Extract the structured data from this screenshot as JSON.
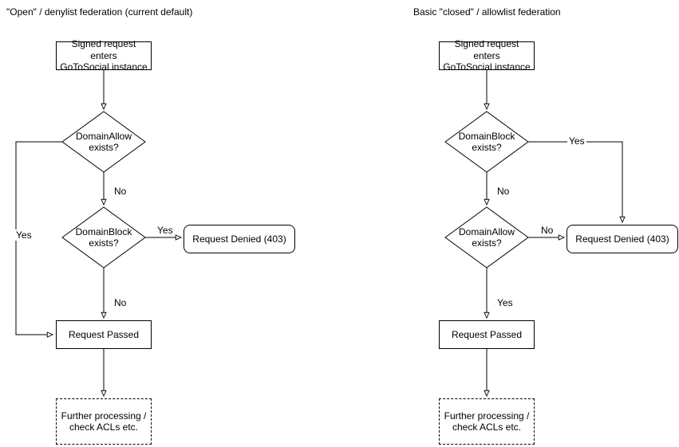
{
  "colors": {
    "stroke": "#000000",
    "background": "#ffffff"
  },
  "diagrams": [
    {
      "title": "\"Open\" / denylist federation (current default)",
      "nodes": {
        "start": "Signed request enters\nGoToSocial instance",
        "decision1": "DomainAllow\nexists?",
        "decision2": "DomainBlock\nexists?",
        "denied": "Request Denied (403)",
        "passed": "Request Passed",
        "further": "Further processing /\ncheck ACLs etc."
      },
      "edges": {
        "d1_no": "No",
        "d1_yes": "Yes",
        "d2_yes": "Yes",
        "d2_no": "No"
      }
    },
    {
      "title": "Basic \"closed\" / allowlist federation",
      "nodes": {
        "start": "Signed request enters\nGoToSocial instance",
        "decision1": "DomainBlock\nexists?",
        "decision2": "DomainAllow\nexists?",
        "denied": "Request Denied (403)",
        "passed": "Request Passed",
        "further": "Further processing /\ncheck ACLs etc."
      },
      "edges": {
        "d1_yes": "Yes",
        "d1_no": "No",
        "d2_no": "No",
        "d2_yes": "Yes"
      }
    }
  ]
}
